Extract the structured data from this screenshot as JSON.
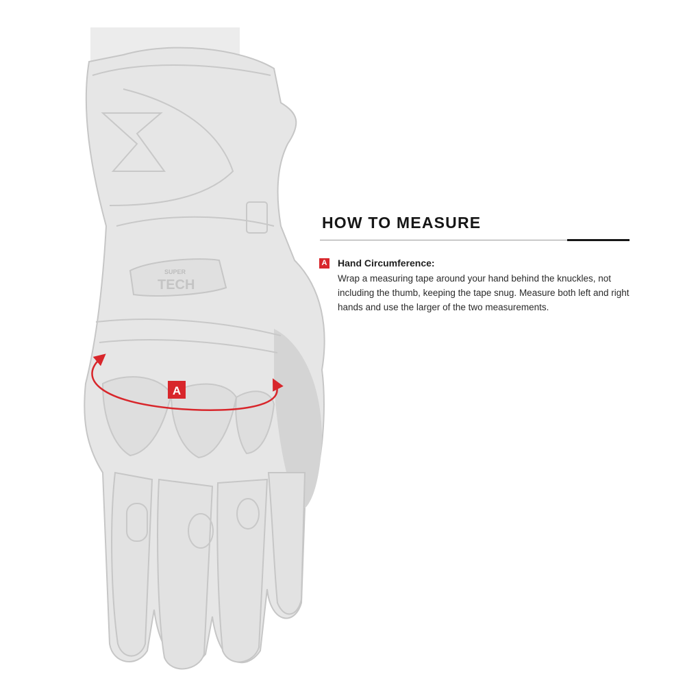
{
  "section": {
    "title": "HOW TO MEASURE"
  },
  "measurements": [
    {
      "marker": "A",
      "label": "Hand Circumference:",
      "description": "Wrap a measuring tape around your hand behind the knuckles, not including the thumb, keeping the tape snug. Measure both left and right hands and use the larger of the two measurements."
    }
  ],
  "illustration": {
    "marker": "A",
    "logo_text": "TECH",
    "logo_small_text": "SUPER",
    "colors": {
      "accent": "#d8262b",
      "glove_fill": "#e6e6e6",
      "glove_shadow": "#d4d4d4",
      "outline": "#c6c6c6",
      "arm": "#ececec"
    }
  }
}
